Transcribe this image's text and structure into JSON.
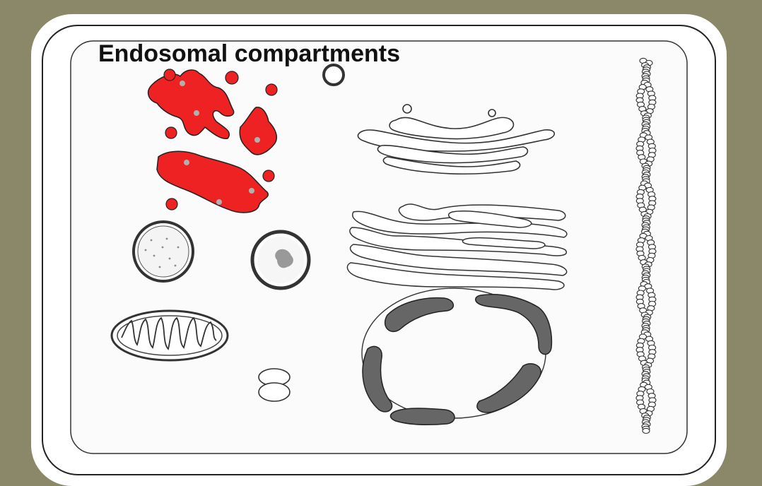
{
  "title": "Endosomal compartments",
  "colors": {
    "background": "#8a8868",
    "cell_fill": "#ffffff",
    "inner_fill": "#f8f8f8",
    "outline": "#222222",
    "endosome_red": "#ee2222",
    "endosome_dot": "#b0b0b0",
    "nuclear_gray": "#666666",
    "lysosome_core": "#999999"
  },
  "elements": [
    "endosomes",
    "small-vesicle",
    "golgi-apparatus",
    "endoplasmic-reticulum",
    "peroxisome",
    "lysosome",
    "mitochondrion",
    "budding-vesicles",
    "nuclear-envelope",
    "cytoskeleton-filament"
  ]
}
